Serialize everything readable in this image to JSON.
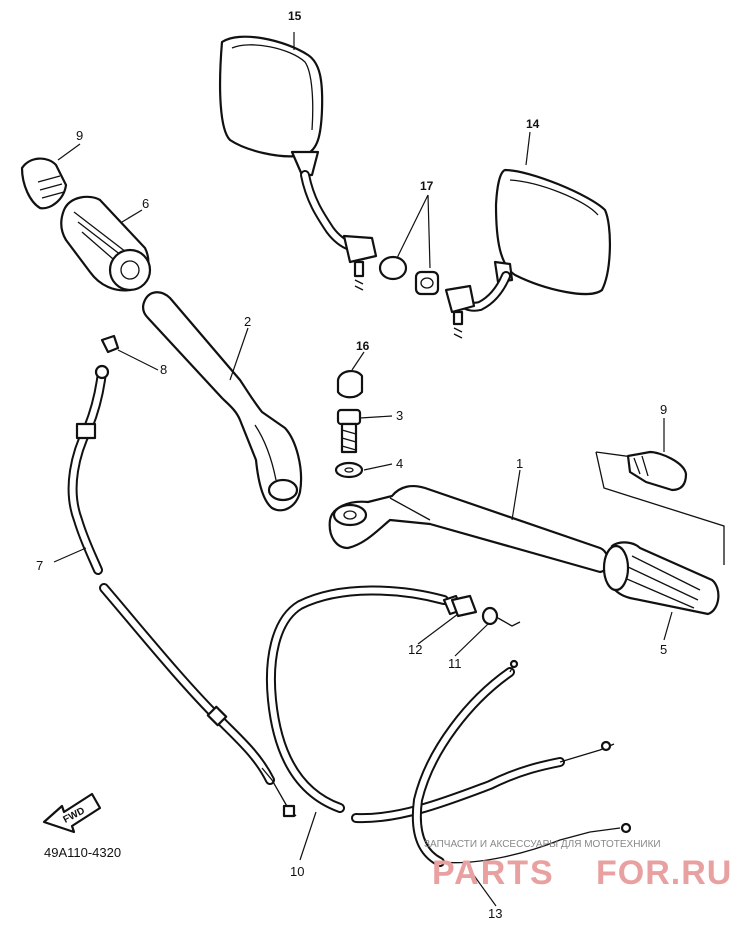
{
  "diagram": {
    "code": "49A110-4320",
    "fwd_label": "FWD",
    "callouts": {
      "c15": "15",
      "c14": "14",
      "c17": "17",
      "c9a": "9",
      "c6": "6",
      "c2": "2",
      "c16": "16",
      "c3": "3",
      "c4": "4",
      "c8": "8",
      "c9b": "9",
      "c7": "7",
      "c1": "1",
      "c12": "12",
      "c11": "11",
      "c5": "5",
      "c10": "10",
      "c13": "13"
    }
  },
  "watermark": {
    "tagline": "ЗАПЧАСТИ И АКСЕССУАРЫ ДЛЯ МОТОТЕХНИКИ",
    "brand_left": "PARTS",
    "brand_right": "FOR.RU",
    "brand_color": "#e8a0a0",
    "tagline_color": "#888888"
  }
}
